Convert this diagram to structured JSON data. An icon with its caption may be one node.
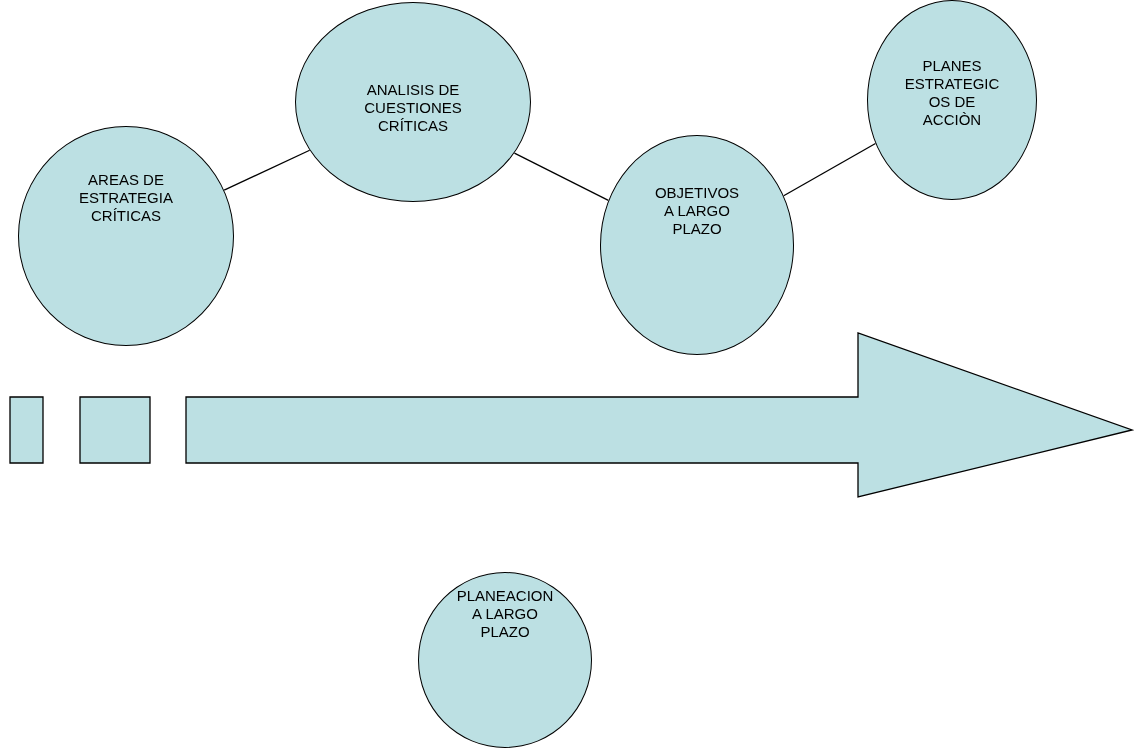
{
  "diagram": {
    "nodes": [
      {
        "text": [
          "AREAS DE ESTRATEGIA CRÍTICAS"
        ]
      },
      {
        "text": [
          "ANALISIS DE CUESTIONES CRÍTICAS"
        ]
      },
      {
        "text": [
          "OBJETIVOS A LARGO PLAZO"
        ]
      },
      {
        "text": [
          "PLANES ESTRATEGIC OS DE ACCIÒN"
        ]
      },
      {
        "text": [
          "PLANEACION A LARGO PLAZO"
        ]
      }
    ],
    "edges": [
      {
        "from": 0,
        "to": 1,
        "arrow": "none"
      },
      {
        "from": 1,
        "to": 2,
        "arrow": "none"
      },
      {
        "from": 2,
        "to": 3,
        "arrow": "none"
      }
    ]
  }
}
